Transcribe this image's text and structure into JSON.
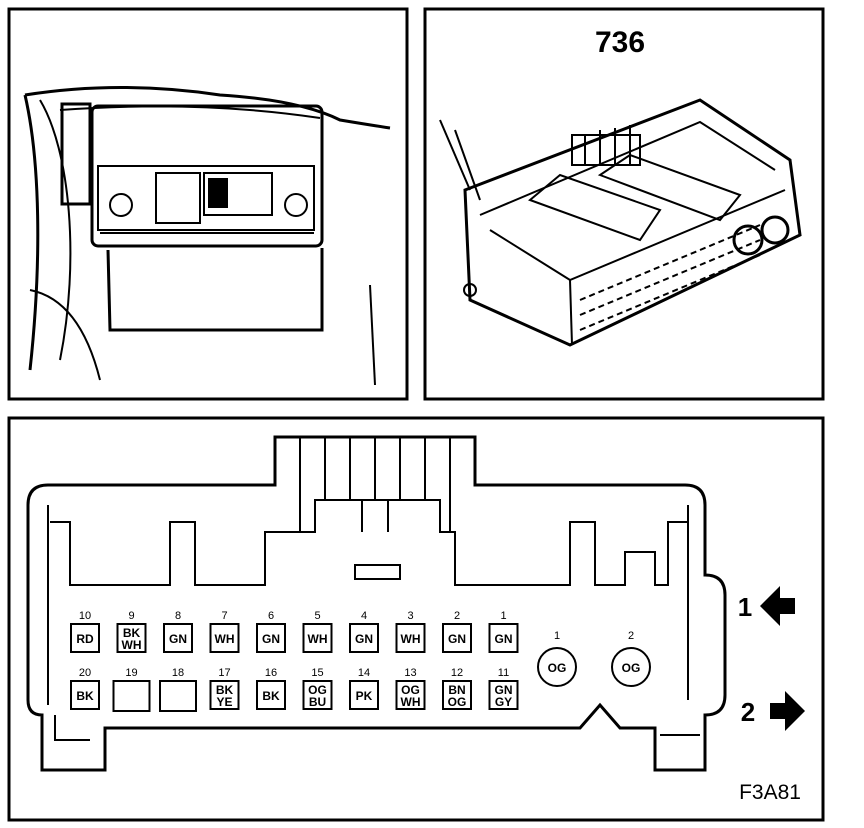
{
  "component_number": "736",
  "figure_code": "F3A81",
  "arrows": {
    "arrow_1": "1",
    "arrow_2": "2"
  },
  "top_row": [
    {
      "pin": "10",
      "color": "RD"
    },
    {
      "pin": "9",
      "color": "BK WH"
    },
    {
      "pin": "8",
      "color": "GN"
    },
    {
      "pin": "7",
      "color": "WH"
    },
    {
      "pin": "6",
      "color": "GN"
    },
    {
      "pin": "5",
      "color": "WH"
    },
    {
      "pin": "4",
      "color": "GN"
    },
    {
      "pin": "3",
      "color": "WH"
    },
    {
      "pin": "2",
      "color": "GN"
    },
    {
      "pin": "1",
      "color": "GN"
    }
  ],
  "bottom_row": [
    {
      "pin": "20",
      "color": "BK"
    },
    {
      "pin": "19",
      "color": ""
    },
    {
      "pin": "18",
      "color": ""
    },
    {
      "pin": "17",
      "color": "BK YE"
    },
    {
      "pin": "16",
      "color": "BK"
    },
    {
      "pin": "15",
      "color": "OG BU"
    },
    {
      "pin": "14",
      "color": "PK"
    },
    {
      "pin": "13",
      "color": "OG WH"
    },
    {
      "pin": "12",
      "color": "BN OG"
    },
    {
      "pin": "11",
      "color": "GN GY"
    }
  ],
  "round_pins": [
    {
      "pin": "1",
      "color": "OG"
    },
    {
      "pin": "2",
      "color": "OG"
    }
  ]
}
